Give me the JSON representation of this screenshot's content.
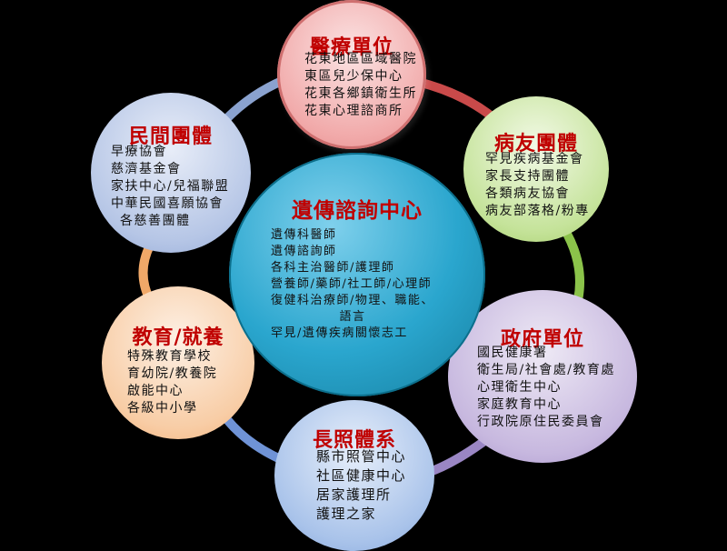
{
  "colors": {
    "title_red": "#c00000",
    "ring_red": "#c94a4a",
    "ring_green": "#8bc34a",
    "ring_purple": "#9a86c4",
    "ring_blue": "#6f93d6",
    "ring_orange": "#f0a868",
    "ring_slate": "#8aa2cf"
  },
  "center": {
    "title": "遺傳諮詢中心",
    "items": [
      "遺傳科醫師",
      "遺傳諮詢師",
      "各科主治醫師/護理師",
      "營養師/藥師/社工師/心理師",
      "復健科治療師/物理、職能、",
      "語言",
      "罕見/遺傳疾病關懷志工"
    ]
  },
  "nodes": {
    "medical": {
      "title": "醫療單位",
      "items": [
        "花東地區區域醫院",
        "東區兒少保中心",
        "花東各鄉鎮衛生所",
        "花東心理諮商所"
      ]
    },
    "patient": {
      "title": "病友團體",
      "items": [
        "罕見疾病基金會",
        "家長支持團體",
        "各類病友協會",
        "病友部落格/粉專"
      ]
    },
    "gov": {
      "title": "政府單位",
      "items": [
        "國民健康署",
        "衛生局/社會處/教育處",
        "心理衛生中心",
        "家庭教育中心",
        "行政院原住民委員會"
      ]
    },
    "longterm": {
      "title": "長照體系",
      "items": [
        "縣市照管中心",
        "社區健康中心",
        "居家護理所",
        "護理之家"
      ]
    },
    "edu": {
      "title": "教育/就養",
      "items": [
        "特殊教育學校",
        "育幼院/教養院",
        "啟能中心",
        "各級中小學"
      ]
    },
    "civil": {
      "title": "民間團體",
      "items": [
        "早療協會",
        "慈濟基金會",
        "家扶中心/兒福聯盟",
        "中華民國喜願協會",
        "各慈善團體"
      ]
    }
  }
}
